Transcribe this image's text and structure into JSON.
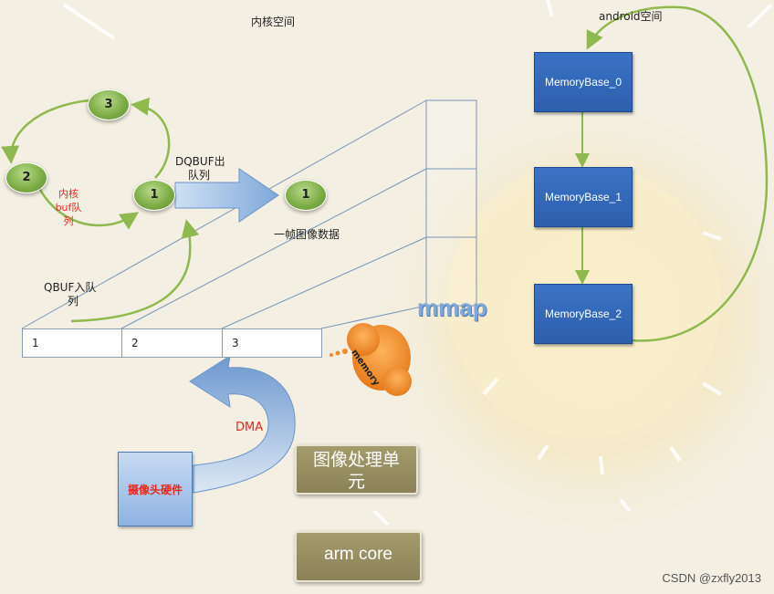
{
  "labels": {
    "kernel_space": "内核空间",
    "android_space": "android空间",
    "dqbuf_line1": "DQBUF出",
    "dqbuf_line2": "队列",
    "qbuf_line1": "QBUF入队",
    "qbuf_line2": "列",
    "kernel_buf_line1": "内核",
    "kernel_buf_line2": "buf队",
    "kernel_buf_line3": "列",
    "frame_data": "一帧图像数据",
    "mmap": "mmap",
    "memory": "memory",
    "dma": "DMA",
    "camera_hw": "摄像头硬件",
    "image_unit_line1": "图像处理单",
    "image_unit_line2": "元",
    "arm_core": "arm core",
    "watermark": "CSDN @zxfly2013"
  },
  "cycle_nodes": [
    "3",
    "2",
    "1"
  ],
  "dequeued_node": "1",
  "buffer_cells": [
    "1",
    "2",
    "3"
  ],
  "memory_bases": [
    "MemoryBase_0",
    "MemoryBase_1",
    "MemoryBase_2"
  ],
  "colors": {
    "background": "#f3efe2",
    "node_green": "#7fae47",
    "arrow_green": "#8fb84f",
    "memory_blue": "#2c5fae",
    "label_red": "#e8271b",
    "cloud_orange": "#f08a2a",
    "olive_box": "#8a8158"
  }
}
